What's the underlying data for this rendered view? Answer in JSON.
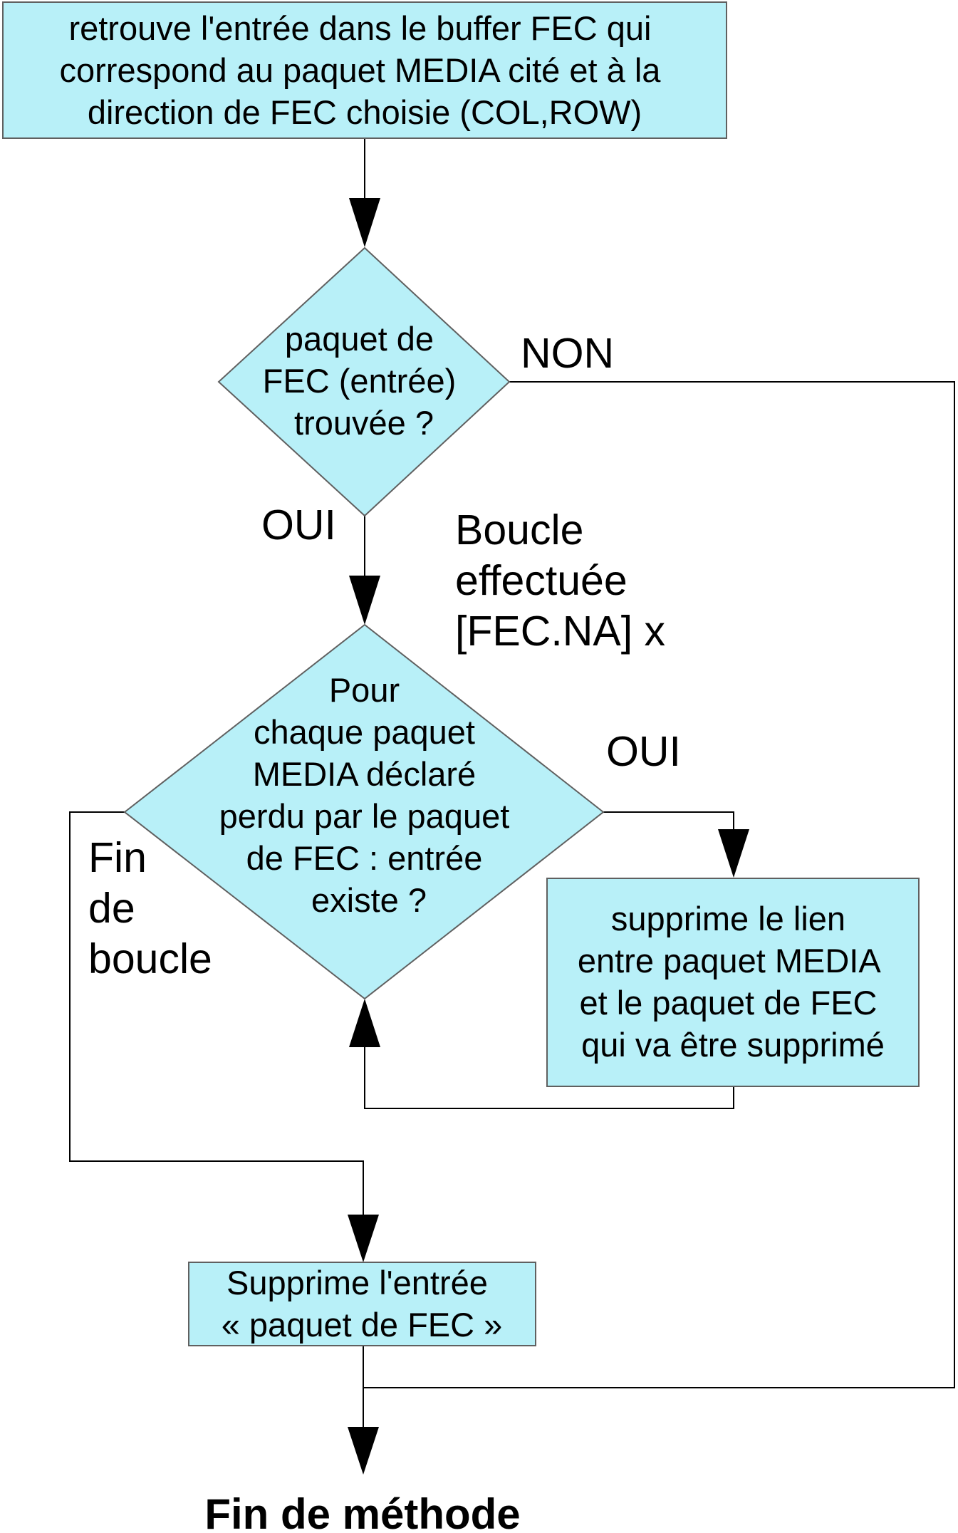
{
  "colors": {
    "fill": "#b8f0f8",
    "stroke": "#606060",
    "line": "#000000",
    "background": "#ffffff"
  },
  "nodes": {
    "start_box": [
      "retrouve l'entrée dans le buffer FEC qui",
      "correspond au paquet MEDIA cité et à la",
      "direction de FEC choisie (COL,ROW)"
    ],
    "decision_found": [
      "paquet de",
      "FEC (entrée)",
      "trouvée ?"
    ],
    "decision_loop": [
      "Pour",
      "chaque paquet",
      "MEDIA déclaré",
      "perdu par le paquet",
      "de FEC : entrée",
      "existe ?"
    ],
    "delete_link_box": [
      "supprime le lien",
      "entre paquet MEDIA",
      "et le paquet de FEC",
      "qui va être supprimé"
    ],
    "delete_entry_box": [
      "Supprime l'entrée",
      "« paquet de FEC »"
    ]
  },
  "labels": {
    "non": "NON",
    "oui_found": "OUI",
    "loop_note": [
      "Boucle",
      "effectuée",
      "[FEC.NA] x"
    ],
    "oui_loop": "OUI",
    "end_loop": [
      "Fin",
      "de",
      "boucle"
    ],
    "end_method": "Fin de méthode"
  }
}
